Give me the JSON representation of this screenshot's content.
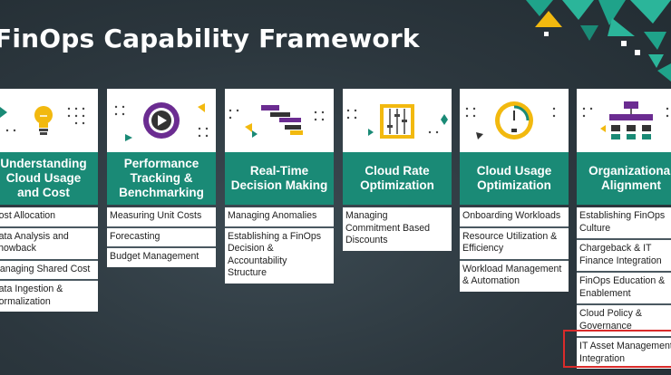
{
  "title": "FinOps Capability Framework",
  "colors": {
    "teal": "#1a8a76",
    "card": "#ffffff",
    "highlight": "#d92b2b",
    "accent_yellow": "#f2b90f",
    "accent_purple": "#6b2c91"
  },
  "columns": [
    {
      "icon": "lightbulb-icon",
      "heading": "Understanding\nCloud Usage\nand Cost",
      "items": [
        "Cost Allocation",
        "Data Analysis and\nShowback",
        "Managing Shared Cost",
        "Data Ingestion &\nNormalization"
      ]
    },
    {
      "icon": "play-target-icon",
      "heading": "Performance\nTracking &\nBenchmarking",
      "items": [
        "Measuring Unit Costs",
        "Forecasting",
        "Budget Management"
      ]
    },
    {
      "icon": "gantt-chart-icon",
      "heading": "Real-Time\nDecision Making",
      "items": [
        "Managing Anomalies",
        "Establishing a FinOps\nDecision &\nAccountability\nStructure"
      ]
    },
    {
      "icon": "sliders-icon",
      "heading": "Cloud Rate\nOptimization",
      "items": [
        "Managing\nCommitment Based\nDiscounts"
      ]
    },
    {
      "icon": "gauge-icon",
      "heading": "Cloud Usage\nOptimization",
      "items": [
        "Onboarding Workloads",
        "Resource Utilization &\nEfficiency",
        "Workload Management\n& Automation"
      ]
    },
    {
      "icon": "org-chart-icon",
      "heading": "Organizational\nAlignment",
      "items": [
        "Establishing FinOps\nCulture",
        "Chargeback & IT\nFinance Integration",
        "FinOps Education &\nEnablement",
        "Cloud Policy &\nGovernance",
        "IT Asset Management\nIntegration"
      ]
    }
  ]
}
